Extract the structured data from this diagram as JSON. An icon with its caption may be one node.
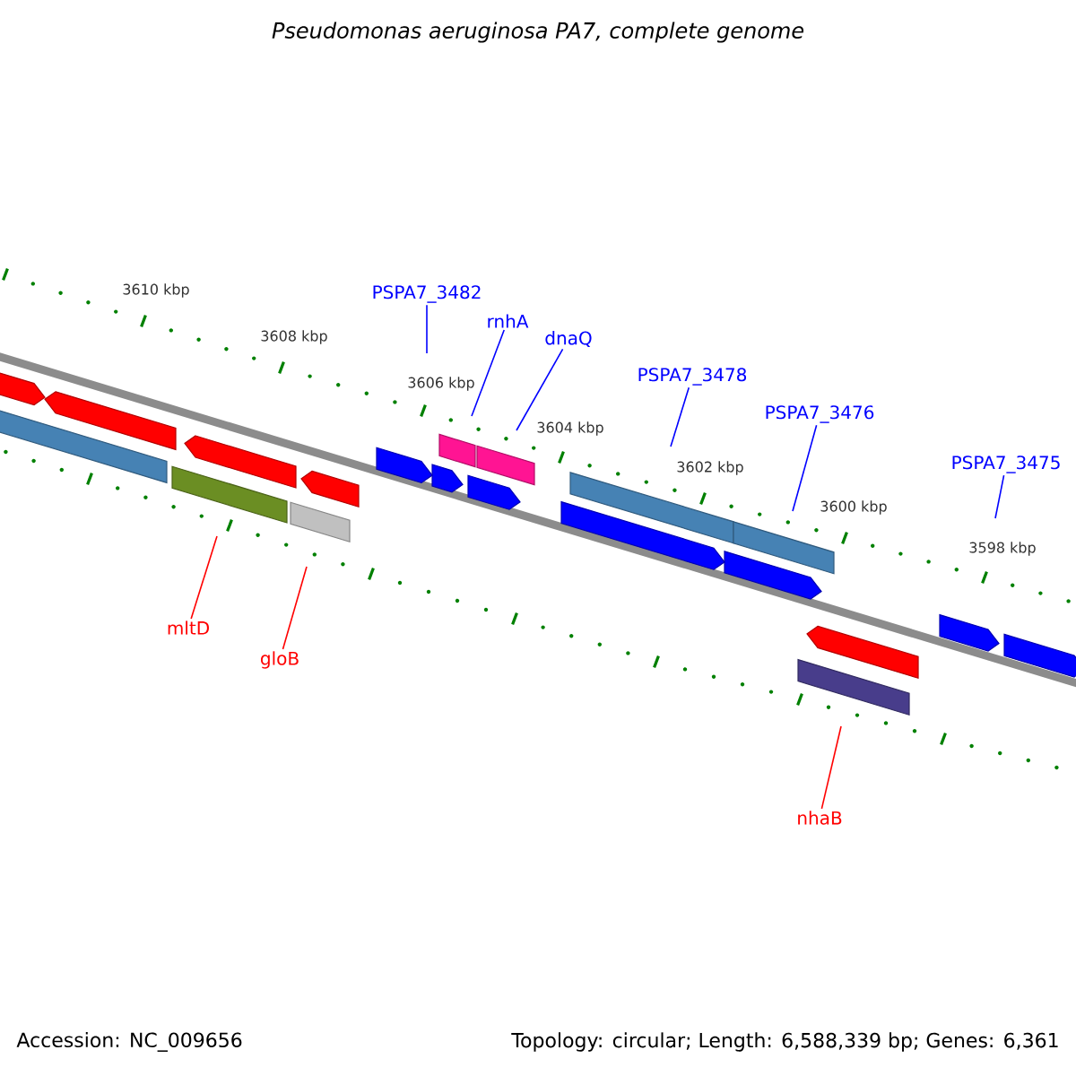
{
  "diagram": {
    "title": "Pseudomonas aeruginosa PA7, complete genome",
    "nodes": [
      {
        "text": [
          "PSPA7_3482"
        ]
      },
      {
        "text": [
          "rnhA"
        ]
      },
      {
        "text": [
          "dnaQ"
        ]
      },
      {
        "text": [
          "PSPA7_3478"
        ]
      },
      {
        "text": [
          "PSPA7_3476"
        ]
      },
      {
        "text": [
          "PSPA7_3475"
        ]
      },
      {
        "text": [
          "mltD"
        ]
      },
      {
        "text": [
          "gloB"
        ]
      },
      {
        "text": [
          "nhaB"
        ]
      }
    ],
    "edges": [
      {
        "from": 0,
        "to": null,
        "arrow": "none"
      },
      {
        "from": 1,
        "to": null,
        "arrow": "none"
      },
      {
        "from": 2,
        "to": null,
        "arrow": "none"
      },
      {
        "from": 3,
        "to": null,
        "arrow": "none"
      },
      {
        "from": 4,
        "to": null,
        "arrow": "none"
      },
      {
        "from": 5,
        "to": null,
        "arrow": "none"
      },
      {
        "from": 6,
        "to": null,
        "arrow": "none",
        "color": "#ff0000"
      },
      {
        "from": 7,
        "to": null,
        "arrow": "none",
        "color": "#ff0000"
      },
      {
        "from": 8,
        "to": null,
        "arrow": "none",
        "color": "#ff0000"
      }
    ],
    "labels": [
      "3610 kbp",
      "3608 kbp",
      "3606 kbp",
      "3604 kbp",
      "3602 kbp",
      "3600 kbp",
      "3598 kbp",
      "Accession: NC_009656",
      "Topology: circular; Length: 6,588,339 bp; Genes: 6,361"
    ]
  }
}
